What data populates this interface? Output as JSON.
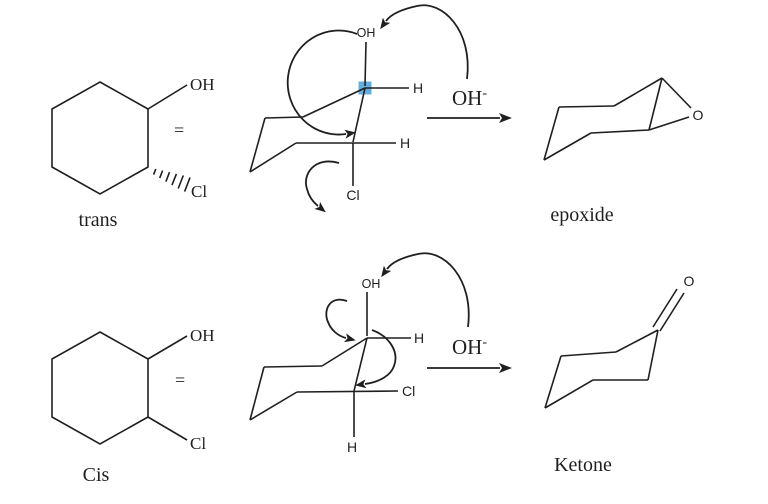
{
  "colors": {
    "ink": "#1f1f1f",
    "highlight_blue": "#64aede",
    "background": "#ffffff"
  },
  "top": {
    "flat": {
      "oh": "OH",
      "cl": "Cl",
      "equiv": "=",
      "name": "trans"
    },
    "chair": {
      "oh": "OH",
      "h_c1": "H",
      "h_c2": "H",
      "cl": "Cl"
    },
    "reagent": {
      "base": "OH",
      "charge": "-"
    },
    "product": {
      "o": "O",
      "name": "epoxide"
    }
  },
  "bottom": {
    "flat": {
      "oh": "OH",
      "cl": "Cl",
      "equiv": "=",
      "name": "Cis"
    },
    "chair": {
      "oh": "OH",
      "h_c1": "H",
      "cl": "Cl",
      "h_c2": "H"
    },
    "reagent": {
      "base": "OH",
      "charge": "-"
    },
    "product": {
      "o": "O",
      "name": "Ketone"
    }
  }
}
